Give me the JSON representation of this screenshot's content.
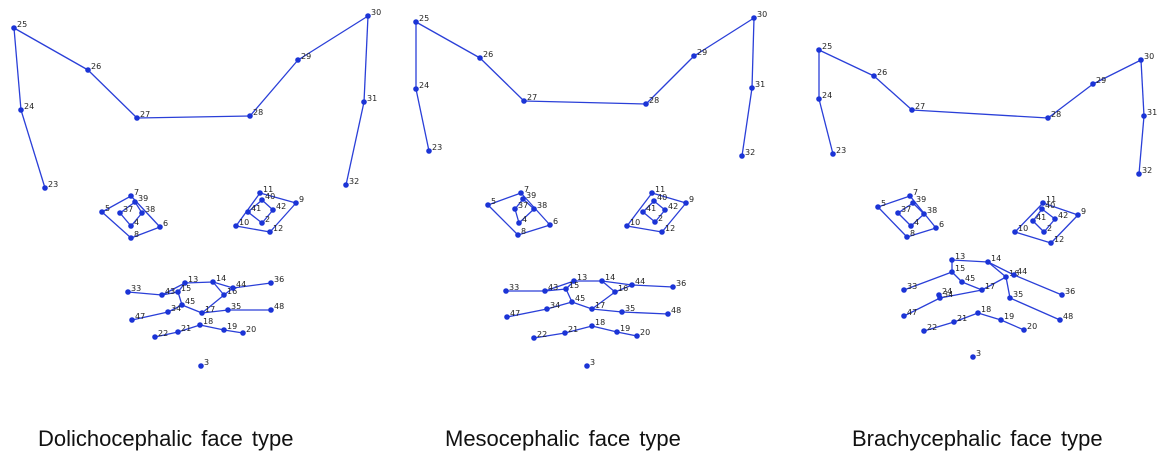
{
  "colors": {
    "line": "#2a3fd8",
    "point": "#1b34d6",
    "label": "#222222"
  },
  "panels": [
    {
      "caption": "Dolichocephalic face type",
      "points": {
        "25": [
          14,
          28
        ],
        "26": [
          88,
          70
        ],
        "27": [
          137,
          118
        ],
        "28": [
          250,
          116
        ],
        "29": [
          298,
          60
        ],
        "30": [
          368,
          16
        ],
        "24": [
          21,
          110
        ],
        "23": [
          45,
          188
        ],
        "31": [
          364,
          102
        ],
        "32": [
          346,
          185
        ],
        "5": [
          102,
          212
        ],
        "7": [
          131,
          196
        ],
        "6": [
          160,
          227
        ],
        "8": [
          131,
          238
        ],
        "39": [
          135,
          202
        ],
        "37": [
          120,
          213
        ],
        "38": [
          142,
          213
        ],
        "4": [
          131,
          226
        ],
        "11": [
          260,
          193
        ],
        "9": [
          296,
          203
        ],
        "12": [
          270,
          232
        ],
        "10": [
          236,
          226
        ],
        "40": [
          262,
          200
        ],
        "41": [
          248,
          212
        ],
        "42": [
          273,
          210
        ],
        "2": [
          262,
          223
        ],
        "33": [
          128,
          292
        ],
        "43": [
          162,
          295
        ],
        "13": [
          185,
          283
        ],
        "14": [
          213,
          282
        ],
        "44": [
          233,
          288
        ],
        "36": [
          271,
          283
        ],
        "15": [
          178,
          292
        ],
        "16": [
          224,
          295
        ],
        "45": [
          182,
          305
        ],
        "17": [
          202,
          313
        ],
        "47": [
          132,
          320
        ],
        "34": [
          168,
          312
        ],
        "35": [
          228,
          310
        ],
        "48": [
          271,
          310
        ],
        "22": [
          155,
          337
        ],
        "21": [
          178,
          332
        ],
        "18": [
          200,
          325
        ],
        "19": [
          224,
          330
        ],
        "20": [
          243,
          333
        ],
        "3": [
          201,
          366
        ]
      },
      "edges": [
        [
          "25",
          "26"
        ],
        [
          "26",
          "27"
        ],
        [
          "27",
          "28"
        ],
        [
          "28",
          "29"
        ],
        [
          "29",
          "30"
        ],
        [
          "25",
          "24"
        ],
        [
          "24",
          "23"
        ],
        [
          "30",
          "31"
        ],
        [
          "31",
          "32"
        ],
        [
          "5",
          "7"
        ],
        [
          "7",
          "6"
        ],
        [
          "6",
          "8"
        ],
        [
          "8",
          "5"
        ],
        [
          "39",
          "38"
        ],
        [
          "38",
          "4"
        ],
        [
          "4",
          "37"
        ],
        [
          "37",
          "39"
        ],
        [
          "11",
          "9"
        ],
        [
          "9",
          "12"
        ],
        [
          "12",
          "10"
        ],
        [
          "10",
          "11"
        ],
        [
          "40",
          "42"
        ],
        [
          "42",
          "2"
        ],
        [
          "2",
          "41"
        ],
        [
          "41",
          "40"
        ],
        [
          "33",
          "43"
        ],
        [
          "43",
          "13"
        ],
        [
          "13",
          "14"
        ],
        [
          "14",
          "44"
        ],
        [
          "44",
          "36"
        ],
        [
          "43",
          "15"
        ],
        [
          "15",
          "13"
        ],
        [
          "14",
          "16"
        ],
        [
          "16",
          "44"
        ],
        [
          "15",
          "45"
        ],
        [
          "45",
          "17"
        ],
        [
          "17",
          "16"
        ],
        [
          "47",
          "34"
        ],
        [
          "34",
          "45"
        ],
        [
          "17",
          "35"
        ],
        [
          "35",
          "48"
        ],
        [
          "22",
          "21"
        ],
        [
          "21",
          "18"
        ],
        [
          "18",
          "19"
        ],
        [
          "19",
          "20"
        ]
      ]
    },
    {
      "caption": "Mesocephalic face type",
      "points": {
        "25": [
          416,
          22
        ],
        "26": [
          480,
          58
        ],
        "27": [
          524,
          101
        ],
        "28": [
          646,
          104
        ],
        "29": [
          694,
          56
        ],
        "30": [
          754,
          18
        ],
        "24": [
          416,
          89
        ],
        "23": [
          429,
          151
        ],
        "31": [
          752,
          88
        ],
        "32": [
          742,
          156
        ],
        "5": [
          488,
          205
        ],
        "7": [
          521,
          193
        ],
        "6": [
          550,
          225
        ],
        "8": [
          518,
          235
        ],
        "39": [
          523,
          199
        ],
        "37": [
          515,
          209
        ],
        "38": [
          534,
          209
        ],
        "4": [
          519,
          223
        ],
        "11": [
          652,
          193
        ],
        "9": [
          686,
          203
        ],
        "12": [
          662,
          232
        ],
        "10": [
          627,
          226
        ],
        "40": [
          654,
          201
        ],
        "41": [
          643,
          212
        ],
        "42": [
          665,
          210
        ],
        "2": [
          655,
          222
        ],
        "33": [
          506,
          291
        ],
        "43": [
          545,
          291
        ],
        "13": [
          574,
          281
        ],
        "14": [
          602,
          281
        ],
        "44": [
          632,
          285
        ],
        "36": [
          673,
          287
        ],
        "15": [
          566,
          289
        ],
        "16": [
          615,
          292
        ],
        "45": [
          572,
          302
        ],
        "17": [
          592,
          309
        ],
        "47": [
          507,
          317
        ],
        "34": [
          547,
          309
        ],
        "35": [
          622,
          312
        ],
        "48": [
          668,
          314
        ],
        "22": [
          534,
          338
        ],
        "21": [
          565,
          333
        ],
        "18": [
          592,
          326
        ],
        "19": [
          617,
          332
        ],
        "20": [
          637,
          336
        ],
        "3": [
          587,
          366
        ]
      },
      "edges": [
        [
          "25",
          "26"
        ],
        [
          "26",
          "27"
        ],
        [
          "27",
          "28"
        ],
        [
          "28",
          "29"
        ],
        [
          "29",
          "30"
        ],
        [
          "25",
          "24"
        ],
        [
          "24",
          "23"
        ],
        [
          "30",
          "31"
        ],
        [
          "31",
          "32"
        ],
        [
          "5",
          "7"
        ],
        [
          "7",
          "6"
        ],
        [
          "6",
          "8"
        ],
        [
          "8",
          "5"
        ],
        [
          "39",
          "38"
        ],
        [
          "38",
          "4"
        ],
        [
          "4",
          "37"
        ],
        [
          "37",
          "39"
        ],
        [
          "11",
          "9"
        ],
        [
          "9",
          "12"
        ],
        [
          "12",
          "10"
        ],
        [
          "10",
          "11"
        ],
        [
          "40",
          "42"
        ],
        [
          "42",
          "2"
        ],
        [
          "2",
          "41"
        ],
        [
          "41",
          "40"
        ],
        [
          "33",
          "43"
        ],
        [
          "43",
          "13"
        ],
        [
          "13",
          "14"
        ],
        [
          "14",
          "44"
        ],
        [
          "44",
          "36"
        ],
        [
          "43",
          "15"
        ],
        [
          "15",
          "13"
        ],
        [
          "14",
          "16"
        ],
        [
          "16",
          "44"
        ],
        [
          "15",
          "45"
        ],
        [
          "45",
          "17"
        ],
        [
          "17",
          "16"
        ],
        [
          "47",
          "34"
        ],
        [
          "34",
          "45"
        ],
        [
          "17",
          "35"
        ],
        [
          "35",
          "48"
        ],
        [
          "22",
          "21"
        ],
        [
          "21",
          "18"
        ],
        [
          "18",
          "19"
        ],
        [
          "19",
          "20"
        ]
      ]
    },
    {
      "caption": "Brachycephalic face type",
      "points": {
        "25": [
          819,
          50
        ],
        "26": [
          874,
          76
        ],
        "27": [
          912,
          110
        ],
        "28": [
          1048,
          118
        ],
        "29": [
          1093,
          84
        ],
        "30": [
          1141,
          60
        ],
        "24": [
          819,
          99
        ],
        "23": [
          833,
          154
        ],
        "31": [
          1144,
          116
        ],
        "32": [
          1139,
          174
        ],
        "5": [
          878,
          207
        ],
        "7": [
          910,
          196
        ],
        "6": [
          936,
          228
        ],
        "8": [
          907,
          237
        ],
        "39": [
          913,
          203
        ],
        "37": [
          898,
          213
        ],
        "38": [
          924,
          214
        ],
        "4": [
          911,
          226
        ],
        "11": [
          1043,
          203
        ],
        "9": [
          1078,
          215
        ],
        "12": [
          1051,
          243
        ],
        "10": [
          1015,
          232
        ],
        "40": [
          1042,
          209
        ],
        "41": [
          1033,
          221
        ],
        "42": [
          1055,
          219
        ],
        "2": [
          1044,
          232
        ],
        "33": [
          904,
          290
        ],
        "24b": [
          939,
          295
        ],
        "13": [
          952,
          260
        ],
        "14": [
          988,
          262
        ],
        "44": [
          1014,
          275
        ],
        "36": [
          1062,
          295
        ],
        "15": [
          952,
          272
        ],
        "16": [
          1006,
          277
        ],
        "45": [
          962,
          282
        ],
        "17": [
          982,
          290
        ],
        "47": [
          904,
          316
        ],
        "34": [
          940,
          298
        ],
        "35": [
          1010,
          298
        ],
        "48": [
          1060,
          320
        ],
        "22": [
          924,
          331
        ],
        "21": [
          954,
          322
        ],
        "18": [
          978,
          313
        ],
        "19": [
          1001,
          320
        ],
        "20": [
          1024,
          330
        ],
        "3": [
          973,
          357
        ]
      },
      "edges": [
        [
          "25",
          "26"
        ],
        [
          "26",
          "27"
        ],
        [
          "27",
          "28"
        ],
        [
          "28",
          "29"
        ],
        [
          "29",
          "30"
        ],
        [
          "25",
          "24"
        ],
        [
          "24",
          "23"
        ],
        [
          "30",
          "31"
        ],
        [
          "31",
          "32"
        ],
        [
          "5",
          "7"
        ],
        [
          "7",
          "6"
        ],
        [
          "6",
          "8"
        ],
        [
          "8",
          "5"
        ],
        [
          "39",
          "38"
        ],
        [
          "38",
          "4"
        ],
        [
          "4",
          "37"
        ],
        [
          "37",
          "39"
        ],
        [
          "11",
          "9"
        ],
        [
          "9",
          "12"
        ],
        [
          "12",
          "10"
        ],
        [
          "10",
          "11"
        ],
        [
          "40",
          "42"
        ],
        [
          "42",
          "2"
        ],
        [
          "2",
          "41"
        ],
        [
          "41",
          "40"
        ],
        [
          "33",
          "15"
        ],
        [
          "15",
          "13"
        ],
        [
          "13",
          "14"
        ],
        [
          "14",
          "44"
        ],
        [
          "44",
          "36"
        ],
        [
          "15",
          "45"
        ],
        [
          "45",
          "17"
        ],
        [
          "17",
          "16"
        ],
        [
          "16",
          "14"
        ],
        [
          "47",
          "34"
        ],
        [
          "34",
          "17"
        ],
        [
          "16",
          "35"
        ],
        [
          "35",
          "48"
        ],
        [
          "22",
          "21"
        ],
        [
          "21",
          "18"
        ],
        [
          "18",
          "19"
        ],
        [
          "19",
          "20"
        ]
      ]
    }
  ]
}
